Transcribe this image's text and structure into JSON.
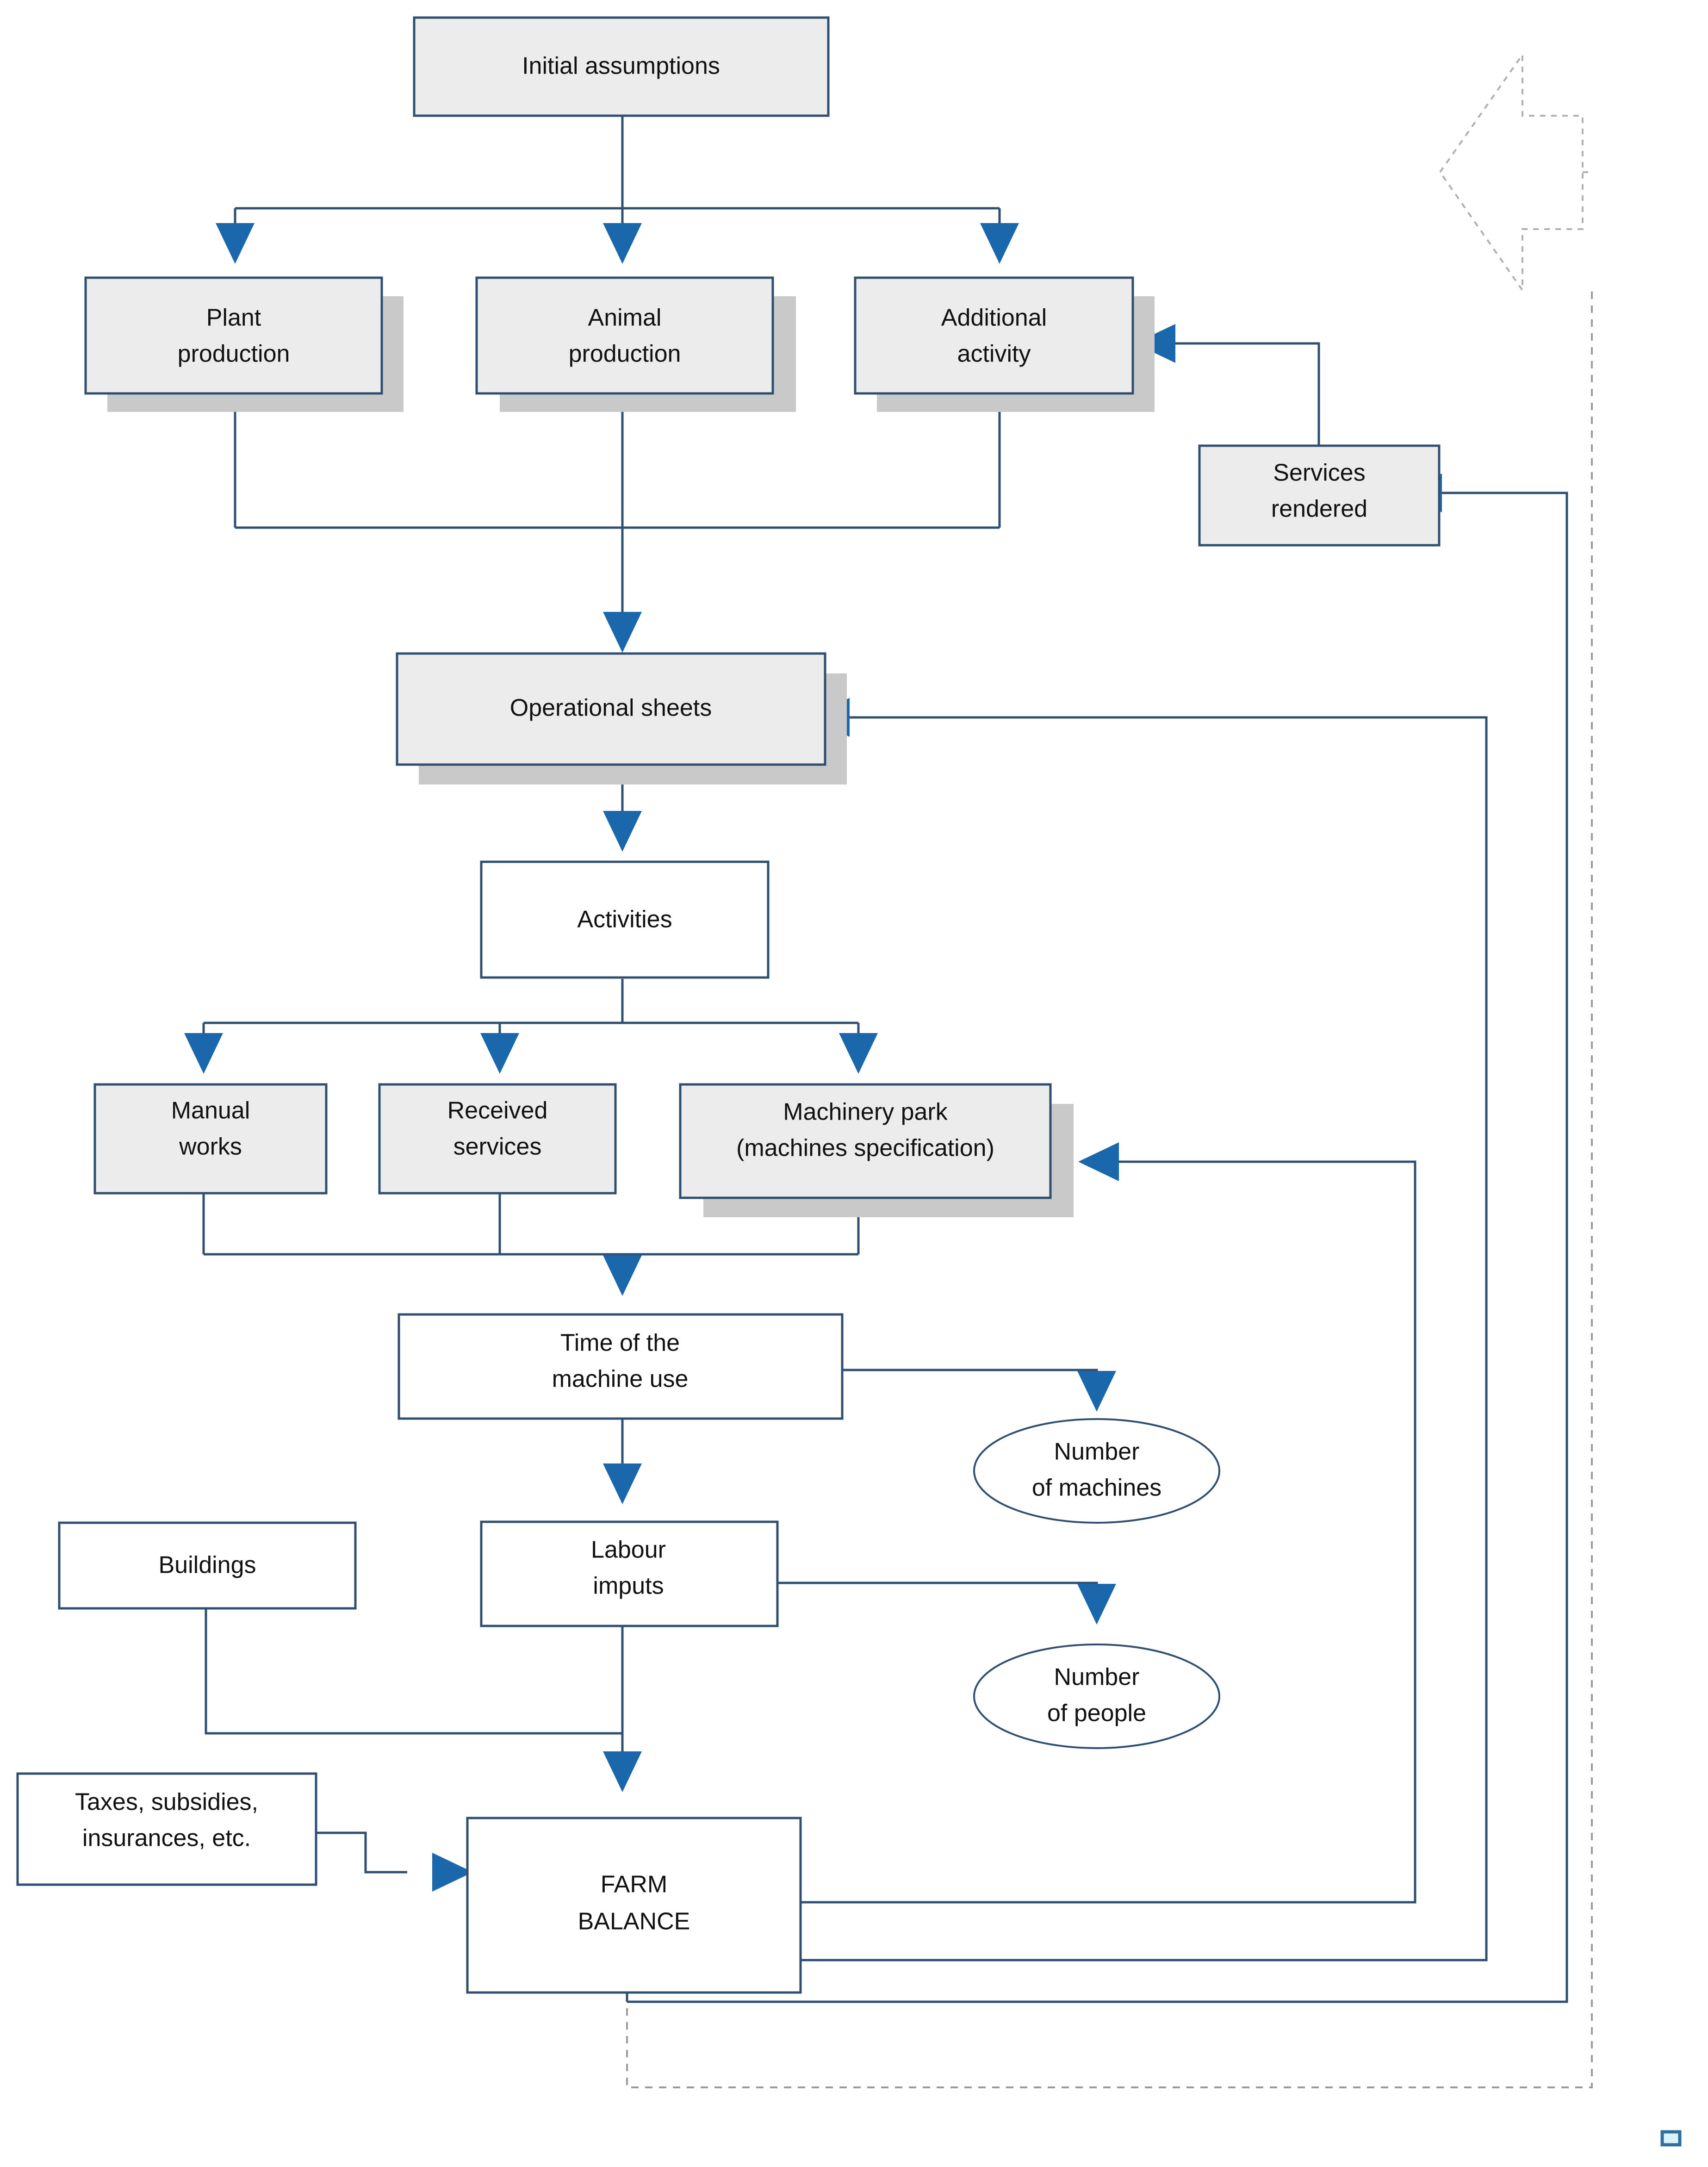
{
  "diagram": {
    "title": "Farm balance simulation model flowchart",
    "colors": {
      "box_border": "#2f4f72",
      "box_fill_grey": "#ececec",
      "box_fill_white": "#ffffff",
      "shadow": "#c9c9c9",
      "arrow_head": "#1b67ab",
      "dashed_loop": "#9a9a9a",
      "corner_icon": "#2f6f9e"
    },
    "nodes": [
      {
        "id": "initial-assumptions",
        "label": "Initial assumptions",
        "shape": "rect",
        "fill": "grey",
        "shadow": false
      },
      {
        "id": "plant-production",
        "label_line1": "Plant",
        "label_line2": "production",
        "shape": "rect",
        "fill": "grey",
        "shadow": true
      },
      {
        "id": "animal-production",
        "label_line1": "Animal",
        "label_line2": "production",
        "shape": "rect",
        "fill": "grey",
        "shadow": true
      },
      {
        "id": "additional-activity",
        "label_line1": "Additional",
        "label_line2": "activity",
        "shape": "rect",
        "fill": "grey",
        "shadow": true
      },
      {
        "id": "services-rendered",
        "label_line1": "Services",
        "label_line2": "rendered",
        "shape": "rect",
        "fill": "grey",
        "shadow": false
      },
      {
        "id": "operational-sheets",
        "label": "Operational sheets",
        "shape": "rect",
        "fill": "grey",
        "shadow": true
      },
      {
        "id": "activities",
        "label": "Activities",
        "shape": "rect",
        "fill": "white",
        "shadow": false
      },
      {
        "id": "manual-works",
        "label_line1": "Manual",
        "label_line2": "works",
        "shape": "rect",
        "fill": "grey",
        "shadow": false
      },
      {
        "id": "received-services",
        "label_line1": "Received",
        "label_line2": "services",
        "shape": "rect",
        "fill": "grey",
        "shadow": false
      },
      {
        "id": "machinery-park",
        "label_line1": "Machinery park",
        "label_line2": "(machines specification)",
        "shape": "rect",
        "fill": "grey",
        "shadow": true
      },
      {
        "id": "time-of-machine-use",
        "label_line1": "Time of the",
        "label_line2": "machine use",
        "shape": "rect",
        "fill": "white",
        "shadow": false
      },
      {
        "id": "number-of-machines",
        "label_line1": "Number",
        "label_line2": "of machines",
        "shape": "ellipse",
        "fill": "white",
        "shadow": false
      },
      {
        "id": "labour-imputs",
        "label_line1": "Labour",
        "label_line2": "imputs",
        "shape": "rect",
        "fill": "white",
        "shadow": false
      },
      {
        "id": "number-of-people",
        "label_line1": "Number",
        "label_line2": "of people",
        "shape": "ellipse",
        "fill": "white",
        "shadow": false
      },
      {
        "id": "buildings",
        "label": "Buildings",
        "shape": "rect",
        "fill": "white",
        "shadow": false
      },
      {
        "id": "taxes-subsidies",
        "label_line1": "Taxes, subsidies,",
        "label_line2": "insurances, etc.",
        "shape": "rect",
        "fill": "white",
        "shadow": false
      },
      {
        "id": "farm-balance",
        "label_line1": "FARM",
        "label_line2": "BALANCE",
        "shape": "rect",
        "fill": "white",
        "shadow": false
      }
    ],
    "labels": {
      "initial_assumptions": "Initial assumptions",
      "plant_production_l1": "Plant",
      "plant_production_l2": "production",
      "animal_production_l1": "Animal",
      "animal_production_l2": "production",
      "additional_activity_l1": "Additional",
      "additional_activity_l2": "activity",
      "services_rendered_l1": "Services",
      "services_rendered_l2": "rendered",
      "operational_sheets": "Operational sheets",
      "activities": "Activities",
      "manual_works_l1": "Manual",
      "manual_works_l2": "works",
      "received_services_l1": "Received",
      "received_services_l2": "services",
      "machinery_park_l1": "Machinery park",
      "machinery_park_l2": "(machines specification)",
      "time_machine_l1": "Time of the",
      "time_machine_l2": "machine use",
      "number_machines_l1": "Number",
      "number_machines_l2": "of machines",
      "labour_imputs_l1": "Labour",
      "labour_imputs_l2": "imputs",
      "number_people_l1": "Number",
      "number_people_l2": "of people",
      "buildings": "Buildings",
      "taxes_l1": "Taxes, subsidies,",
      "taxes_l2": "insurances, etc.",
      "farm_balance_l1": "FARM",
      "farm_balance_l2": "BALANCE"
    },
    "edges": [
      {
        "from": "initial-assumptions",
        "to": "plant-production"
      },
      {
        "from": "initial-assumptions",
        "to": "animal-production"
      },
      {
        "from": "initial-assumptions",
        "to": "additional-activity"
      },
      {
        "from": "plant-production",
        "to": "operational-sheets"
      },
      {
        "from": "animal-production",
        "to": "operational-sheets"
      },
      {
        "from": "additional-activity",
        "to": "operational-sheets"
      },
      {
        "from": "services-rendered",
        "to": "additional-activity"
      },
      {
        "from": "operational-sheets",
        "to": "activities"
      },
      {
        "from": "activities",
        "to": "manual-works"
      },
      {
        "from": "activities",
        "to": "received-services"
      },
      {
        "from": "activities",
        "to": "machinery-park"
      },
      {
        "from": "manual-works",
        "to": "time-of-machine-use"
      },
      {
        "from": "received-services",
        "to": "time-of-machine-use"
      },
      {
        "from": "machinery-park",
        "to": "time-of-machine-use"
      },
      {
        "from": "time-of-machine-use",
        "to": "number-of-machines"
      },
      {
        "from": "time-of-machine-use",
        "to": "labour-imputs"
      },
      {
        "from": "labour-imputs",
        "to": "number-of-people"
      },
      {
        "from": "labour-imputs",
        "to": "farm-balance"
      },
      {
        "from": "buildings",
        "to": "farm-balance"
      },
      {
        "from": "taxes-subsidies",
        "to": "farm-balance"
      },
      {
        "from": "farm-balance",
        "to": "machinery-park",
        "type": "feedback"
      },
      {
        "from": "farm-balance",
        "to": "operational-sheets",
        "type": "feedback"
      },
      {
        "from": "farm-balance",
        "to": "services-rendered",
        "type": "feedback"
      },
      {
        "from": "farm-balance",
        "to": "outer-loop",
        "type": "dashed-feedback"
      }
    ],
    "annotations": {
      "dashed_block_arrow": "left-pointing-block-arrow-outline",
      "corner_icon": "small-rectangle-icon"
    }
  }
}
